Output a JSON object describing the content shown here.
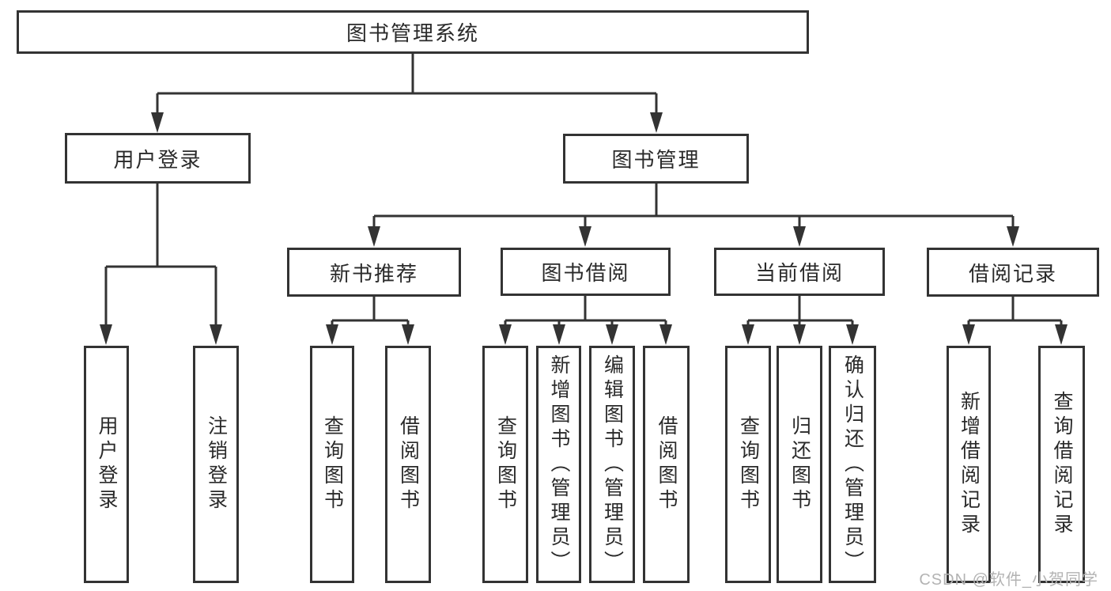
{
  "diagram": {
    "root": {
      "label": "图书管理系统"
    },
    "user_login": {
      "label": "用户登录",
      "children": [
        {
          "label": "用户登录"
        },
        {
          "label": "注销登录"
        }
      ]
    },
    "book_mgmt": {
      "label": "图书管理",
      "sections": [
        {
          "label": "新书推荐",
          "children": [
            {
              "label": "查询图书"
            },
            {
              "label": "借阅图书"
            }
          ]
        },
        {
          "label": "图书借阅",
          "children": [
            {
              "label": "查询图书"
            },
            {
              "label": "新增图书（管理员）"
            },
            {
              "label": "编辑图书（管理员）"
            },
            {
              "label": "借阅图书"
            }
          ]
        },
        {
          "label": "当前借阅",
          "children": [
            {
              "label": "查询图书"
            },
            {
              "label": "归还图书"
            },
            {
              "label": "确认归还（管理员）"
            }
          ]
        },
        {
          "label": "借阅记录",
          "children": [
            {
              "label": "新增借阅记录"
            },
            {
              "label": "查询借阅记录"
            }
          ]
        }
      ]
    }
  },
  "watermark": "CSDN @软件_小贺同学",
  "colors": {
    "line": "#333333",
    "text": "#2a2a2a",
    "watermark": "#b3b3b3",
    "background": "#ffffff"
  }
}
